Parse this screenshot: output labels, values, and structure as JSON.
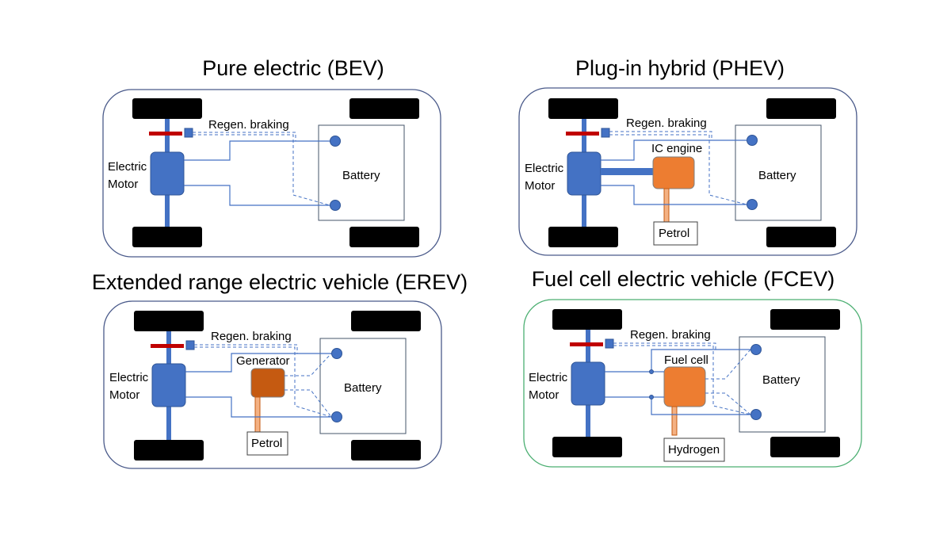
{
  "diagrams": [
    {
      "id": "bev",
      "title": "Pure electric (BEV)",
      "regen_label": "Regen. braking",
      "motor_label_line1": "Electric",
      "motor_label_line2": "Motor",
      "battery_label": "Battery",
      "frame_color": "#4a5a8a"
    },
    {
      "id": "phev",
      "title": "Plug-in hybrid (PHEV)",
      "regen_label": "Regen. braking",
      "motor_label_line1": "Electric",
      "motor_label_line2": "Motor",
      "battery_label": "Battery",
      "engine_label": "IC engine",
      "engine_color": "#ed7d31",
      "fuel_label": "Petrol",
      "frame_color": "#4a5a8a"
    },
    {
      "id": "erev",
      "title": "Extended range electric vehicle (EREV)",
      "regen_label": "Regen. braking",
      "motor_label_line1": "Electric",
      "motor_label_line2": "Motor",
      "battery_label": "Battery",
      "engine_label": "Generator",
      "engine_color": "#c55a11",
      "fuel_label": "Petrol",
      "frame_color": "#4a5a8a"
    },
    {
      "id": "fcev",
      "title": "Fuel cell electric vehicle (FCEV)",
      "regen_label": "Regen. braking",
      "motor_label_line1": "Electric",
      "motor_label_line2": "Motor",
      "battery_label": "Battery",
      "engine_label": "Fuel cell",
      "engine_color": "#ed7d31",
      "fuel_label": "Hydrogen",
      "frame_color": "#4caf72"
    }
  ],
  "colors": {
    "wheel": "#000000",
    "motor": "#4472c4",
    "brake": "#c00000"
  },
  "icons": [
    "wheel-shape",
    "brake-disc-shape",
    "regen-sensor-shape",
    "battery-terminal-shape"
  ]
}
